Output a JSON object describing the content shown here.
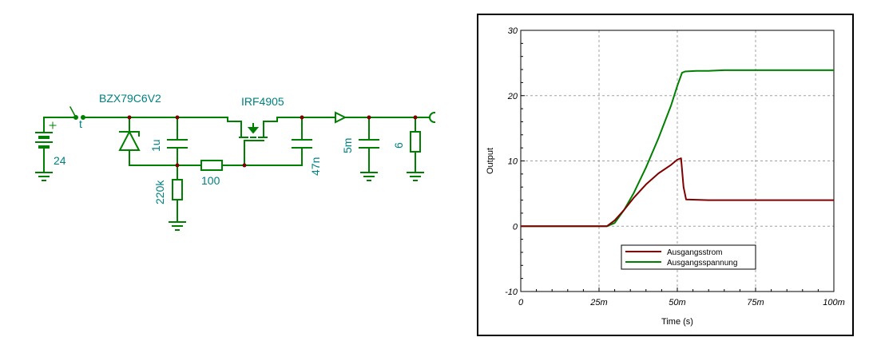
{
  "schematic": {
    "labels": {
      "battery_value": "24",
      "switch_label": "t",
      "zener": "BZX79C6V2",
      "cap1": "1u",
      "res1": "220k",
      "res2": "100",
      "mosfet": "IRF4905",
      "cap2": "47n",
      "cap3": "5m",
      "load": "6"
    },
    "colors": {
      "wire": "#008000",
      "label": "#008080",
      "node": "#800000",
      "ground": "#008000"
    }
  },
  "chart_data": {
    "type": "line",
    "title": "",
    "xlabel": "Time (s)",
    "ylabel": "Output",
    "xlim": [
      0,
      100
    ],
    "ylim": [
      -10,
      30
    ],
    "x_tick_labels": [
      "0",
      "25m",
      "50m",
      "75m",
      "100m"
    ],
    "x_ticks": [
      0,
      25,
      50,
      75,
      100
    ],
    "y_tick_labels": [
      "-10",
      "0",
      "10",
      "20",
      "30"
    ],
    "y_ticks": [
      -10,
      0,
      10,
      20,
      30
    ],
    "grid": true,
    "legend_position": "bottom-center",
    "series": [
      {
        "name": "Ausgangsstrom",
        "color": "#800000",
        "x": [
          0,
          27.5,
          30,
          33,
          36,
          40,
          44,
          48,
          50,
          51.2,
          52,
          52.8,
          60,
          80,
          100
        ],
        "y": [
          0,
          0,
          0.9,
          2.5,
          4.3,
          6.4,
          8.1,
          9.4,
          10.2,
          10.4,
          6,
          4.1,
          4.0,
          4.0,
          4.0
        ]
      },
      {
        "name": "Ausgangsspannung",
        "color": "#008000",
        "x": [
          0,
          27.5,
          30,
          33,
          36,
          40,
          44,
          48,
          50,
          51.5,
          52.5,
          56,
          60,
          65,
          80,
          100
        ],
        "y": [
          0,
          0,
          0.5,
          2.5,
          5.0,
          9.0,
          13.5,
          18.5,
          21.5,
          23.5,
          23.7,
          23.8,
          23.8,
          23.9,
          23.9,
          23.9
        ]
      }
    ]
  }
}
